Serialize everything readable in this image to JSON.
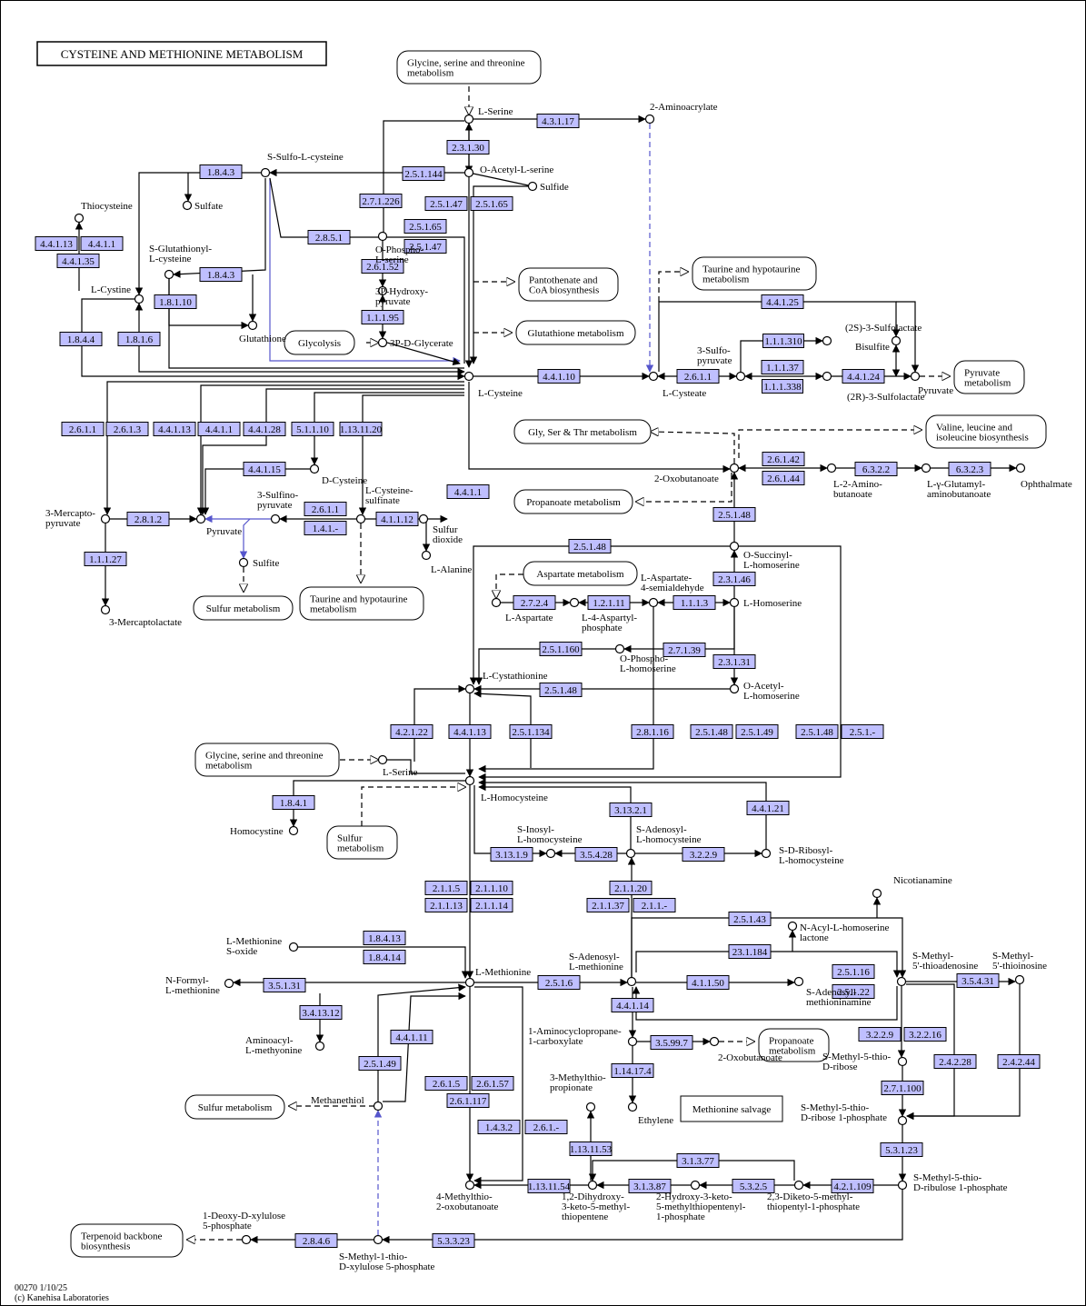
{
  "title": "CYSTEINE AND METHIONINE METABOLISM",
  "footer": {
    "code": "00270 1/10/25",
    "copyright": "(c) Kanehisa Laboratories"
  },
  "colors": {
    "enzyme_fill": "#bfbfff",
    "highlight_edge": "#5555cc",
    "stroke": "#000000"
  },
  "maps": [
    {
      "id": "m_gly_top",
      "text": [
        "Glycine, serine and threonine",
        "metabolism"
      ]
    },
    {
      "id": "m_panto",
      "text": [
        "Pantothenate and",
        "CoA biosynthesis"
      ]
    },
    {
      "id": "m_glut",
      "text": [
        "Glutathione metabolism"
      ]
    },
    {
      "id": "m_glyco",
      "text": [
        "Glycolysis"
      ]
    },
    {
      "id": "m_taurine1",
      "text": [
        "Taurine and hypotaurine",
        "metabolism"
      ]
    },
    {
      "id": "m_pyruvate",
      "text": [
        "Pyruvate",
        "metabolism"
      ]
    },
    {
      "id": "m_glyser",
      "text": [
        "Gly, Ser & Thr metabolism"
      ]
    },
    {
      "id": "m_valine",
      "text": [
        "Valine, leucine and",
        "isoleucine biosynthesis"
      ]
    },
    {
      "id": "m_propanoate1",
      "text": [
        "Propanoate metabolism"
      ]
    },
    {
      "id": "m_aspartate",
      "text": [
        "Aspartate metabolism"
      ]
    },
    {
      "id": "m_sulfur1",
      "text": [
        "Sulfur metabolism"
      ]
    },
    {
      "id": "m_taurine2",
      "text": [
        "Taurine and hypotaurine",
        "metabolism"
      ]
    },
    {
      "id": "m_gly_mid",
      "text": [
        "Glycine, serine and threonine",
        "metabolism"
      ]
    },
    {
      "id": "m_sulfur2",
      "text": [
        "Sulfur",
        "metabolism"
      ]
    },
    {
      "id": "m_propanoate2",
      "text": [
        "Propanoate",
        "metabolism"
      ]
    },
    {
      "id": "m_sulfur3",
      "text": [
        "Sulfur metabolism"
      ]
    },
    {
      "id": "m_terpenoid",
      "text": [
        "Terpenoid backbone",
        "biosynthesis"
      ]
    },
    {
      "id": "m_salvage",
      "text": [
        "Methionine salvage"
      ]
    }
  ],
  "compounds": [
    {
      "id": "c_lserine",
      "text": [
        "L-Serine"
      ]
    },
    {
      "id": "c_aminoacrylate",
      "text": [
        "2-Aminoacrylate"
      ]
    },
    {
      "id": "c_acetylserine",
      "text": [
        "O-Acetyl-L-serine"
      ]
    },
    {
      "id": "c_sulfide",
      "text": [
        "Sulfide"
      ]
    },
    {
      "id": "c_sulfocys",
      "text": [
        "S-Sulfo-L-cysteine"
      ]
    },
    {
      "id": "c_sulfate",
      "text": [
        "Sulfate"
      ]
    },
    {
      "id": "c_thiocysteine",
      "text": [
        "Thiocysteine"
      ]
    },
    {
      "id": "c_sglutathionyl",
      "text": [
        "S-Glutathionyl-",
        "L-cysteine"
      ]
    },
    {
      "id": "c_phosphoserine",
      "text": [
        "O-Phospho-",
        "L-serine"
      ]
    },
    {
      "id": "c_3phosphohydroxy",
      "text": [
        "3P-Hydroxy-",
        "pyruvate"
      ]
    },
    {
      "id": "c_3pdglycerate",
      "text": [
        "3P-D-Glycerate"
      ]
    },
    {
      "id": "c_lcystine",
      "text": [
        "L-Cystine"
      ]
    },
    {
      "id": "c_glutathione",
      "text": [
        "Glutathione"
      ]
    },
    {
      "id": "c_lcysteine",
      "text": [
        "L-Cysteine"
      ]
    },
    {
      "id": "c_lcysteate",
      "text": [
        "L-Cysteate"
      ]
    },
    {
      "id": "c_3sulfopyruvate",
      "text": [
        "3-Sulfo-",
        "pyruvate"
      ]
    },
    {
      "id": "c_2ssulfolactate",
      "text": [
        "(2S)-3-Sulfolactate"
      ]
    },
    {
      "id": "c_bisulfite",
      "text": [
        "Bisulfite"
      ]
    },
    {
      "id": "c_2rsulfolactate",
      "text": [
        "(2R)-3-Sulfolactate"
      ]
    },
    {
      "id": "c_pyruvate_r",
      "text": [
        "Pyruvate"
      ]
    },
    {
      "id": "c_dcysteine",
      "text": [
        "D-Cysteine"
      ]
    },
    {
      "id": "c_mercaptopyruvate",
      "text": [
        "3-Mercapto-",
        "pyruvate"
      ]
    },
    {
      "id": "c_pyruvate_l",
      "text": [
        "Pyruvate"
      ]
    },
    {
      "id": "c_sulfinopyruvate",
      "text": [
        "3-Sulfino-",
        "pyruvate"
      ]
    },
    {
      "id": "c_cysteinesulfinate",
      "text": [
        "L-Cysteine-",
        "sulfinate"
      ]
    },
    {
      "id": "c_sulfurdioxide",
      "text": [
        "Sulfur",
        "dioxide"
      ]
    },
    {
      "id": "c_lalanine",
      "text": [
        "L-Alanine"
      ]
    },
    {
      "id": "c_sulfite",
      "text": [
        "Sulfite"
      ]
    },
    {
      "id": "c_mercaptolactate",
      "text": [
        "3-Mercaptolactate"
      ]
    },
    {
      "id": "c_oxobutanoate",
      "text": [
        "2-Oxobutanoate"
      ]
    },
    {
      "id": "c_aminobutanoate",
      "text": [
        "L-2-Amino-",
        "butanoate"
      ]
    },
    {
      "id": "c_glutamylamino",
      "text": [
        "L-γ-Glutamyl-",
        "aminobutanoate"
      ]
    },
    {
      "id": "c_ophthalmate",
      "text": [
        "Ophthalmate"
      ]
    },
    {
      "id": "c_osuccinyl",
      "text": [
        "O-Succinyl-",
        "L-homoserine"
      ]
    },
    {
      "id": "c_laspartate",
      "text": [
        "L-Aspartate"
      ]
    },
    {
      "id": "c_aspartylphos",
      "text": [
        "L-4-Aspartyl-",
        "phosphate"
      ]
    },
    {
      "id": "c_aspsemialdehyde",
      "text": [
        "L-Aspartate-",
        "4-semialdehyde"
      ]
    },
    {
      "id": "c_lhomoserine",
      "text": [
        "L-Homoserine"
      ]
    },
    {
      "id": "c_ophosphohomo",
      "text": [
        "O-Phospho-",
        "L-homoserine"
      ]
    },
    {
      "id": "c_oacetylhomo",
      "text": [
        "O-Acetyl-",
        "L-homoserine"
      ]
    },
    {
      "id": "c_lcystathionine",
      "text": [
        "L-Cystathionine"
      ]
    },
    {
      "id": "c_lserine2",
      "text": [
        "L-Serine"
      ]
    },
    {
      "id": "c_lhomocysteine",
      "text": [
        "L-Homocysteine"
      ]
    },
    {
      "id": "c_homocystine",
      "text": [
        "Homocystine"
      ]
    },
    {
      "id": "c_sinosyl",
      "text": [
        "S-Inosyl-",
        "L-homocysteine"
      ]
    },
    {
      "id": "c_sah",
      "text": [
        "S-Adenosyl-",
        "L-homocysteine"
      ]
    },
    {
      "id": "c_sribosyl",
      "text": [
        "S-D-Ribosyl-",
        "L-homocysteine"
      ]
    },
    {
      "id": "c_nicotianamine",
      "text": [
        "Nicotianamine"
      ]
    },
    {
      "id": "c_nacyl",
      "text": [
        "N-Acyl-L-homoserine",
        "lactone"
      ]
    },
    {
      "id": "c_metsulfoxide",
      "text": [
        "L-Methionine",
        "S-oxide"
      ]
    },
    {
      "id": "c_lmethionine",
      "text": [
        "L-Methionine"
      ]
    },
    {
      "id": "c_sam",
      "text": [
        "S-Adenosyl-",
        "L-methionine"
      ]
    },
    {
      "id": "c_mta",
      "text": [
        "S-Methyl-",
        "5'-thioadenosine"
      ]
    },
    {
      "id": "c_mtinosine",
      "text": [
        "S-Methyl-",
        "5'-thioinosine"
      ]
    },
    {
      "id": "c_nformyl",
      "text": [
        "N-Formyl-",
        "L-methionine"
      ]
    },
    {
      "id": "c_samamine",
      "text": [
        "S-Adenosyl-",
        "methioninamine"
      ]
    },
    {
      "id": "c_aminoacyl",
      "text": [
        "Aminoacyl-",
        "L-methyonine"
      ]
    },
    {
      "id": "c_acc",
      "text": [
        "1-Aminocyclopropane-",
        "1-carboxylate"
      ]
    },
    {
      "id": "c_oxobutanoate2",
      "text": [
        "2-Oxobutanoate"
      ]
    },
    {
      "id": "c_mtribose",
      "text": [
        "S-Methyl-5-thio-",
        "D-ribose"
      ]
    },
    {
      "id": "c_methylthioprop",
      "text": [
        "3-Methylthio-",
        "propionate"
      ]
    },
    {
      "id": "c_ethylene",
      "text": [
        "Ethylene"
      ]
    },
    {
      "id": "c_methanethiol",
      "text": [
        "Methanethiol"
      ]
    },
    {
      "id": "c_mtr1p",
      "text": [
        "S-Methyl-5-thio-",
        "D-ribose 1-phosphate"
      ]
    },
    {
      "id": "c_mtru1p",
      "text": [
        "S-Methyl-5-thio-",
        "D-ribulose 1-phosphate"
      ]
    },
    {
      "id": "c_mtob",
      "text": [
        "4-Methylthio-",
        "2-oxobutanoate"
      ]
    },
    {
      "id": "c_dihydroxy",
      "text": [
        "1,2-Dihydroxy-",
        "3-keto-5-methyl-",
        "thiopentene"
      ]
    },
    {
      "id": "c_hydroxyketo",
      "text": [
        "2-Hydroxy-3-keto-",
        "5-methylthiopentenyl-",
        "1-phosphate"
      ]
    },
    {
      "id": "c_diketo",
      "text": [
        "2,3-Diketo-5-methyl-",
        "thiopentyl-1-phosphate"
      ]
    },
    {
      "id": "c_deoxyxylulose",
      "text": [
        "1-Deoxy-D-xylulose",
        "5-phosphate"
      ]
    },
    {
      "id": "c_smethylxylulose",
      "text": [
        "S-Methyl-1-thio-",
        "D-xylulose 5-phosphate"
      ]
    }
  ],
  "enzymes": [
    "4.3.1.17",
    "2.3.1.30",
    "2.5.1.144",
    "1.8.4.3",
    "2.7.1.226",
    "2.5.1.47",
    "2.5.1.65",
    "2.5.1.65",
    "2.5.1.47",
    "4.4.1.13",
    "4.4.1.1",
    "4.4.1.35",
    "2.8.5.1",
    "2.6.1.52",
    "1.8.4.3",
    "1.1.1.95",
    "1.8.1.10",
    "1.8.4.4",
    "1.8.1.6",
    "4.4.1.25",
    "1.1.1.310",
    "1.1.1.37",
    "1.1.1.338",
    "2.6.1.1",
    "4.4.1.24",
    "4.4.1.10",
    "2.6.1.1",
    "2.6.1.3",
    "4.4.1.13",
    "4.4.1.1",
    "4.4.1.28",
    "5.1.1.10",
    "1.13.11.20",
    "4.4.1.15",
    "2.8.1.2",
    "2.6.1.1",
    "1.4.1.-",
    "4.1.1.12",
    "1.1.1.27",
    "4.4.1.1",
    "2.6.1.42",
    "2.6.1.44",
    "6.3.2.2",
    "6.3.2.3",
    "2.5.1.48",
    "2.5.1.48",
    "2.3.1.46",
    "2.7.2.4",
    "1.2.1.11",
    "1.1.1.3",
    "2.5.1.160",
    "2.7.1.39",
    "2.3.1.31",
    "2.5.1.48",
    "4.2.1.22",
    "4.4.1.13",
    "2.5.1.134",
    "2.8.1.16",
    "2.5.1.48",
    "2.5.1.49",
    "2.5.1.48",
    "2.5.1.-",
    "1.8.4.1",
    "3.13.2.1",
    "4.4.1.21",
    "3.13.1.9",
    "3.5.4.28",
    "3.2.2.9",
    "2.1.1.5",
    "2.1.1.10",
    "2.1.1.13",
    "2.1.1.14",
    "2.1.1.20",
    "2.1.1.37",
    "2.1.1.-",
    "2.5.1.43",
    "1.8.4.13",
    "1.8.4.14",
    "23.1.184",
    "2.5.1.6",
    "4.1.1.50",
    "2.5.1.16",
    "2.5.1.22",
    "3.5.4.31",
    "3.5.1.31",
    "3.4.13.12",
    "4.4.1.11",
    "4.4.1.14",
    "3.2.2.9",
    "3.2.2.16",
    "3.5.99.7",
    "1.14.17.4",
    "2.4.2.28",
    "2.4.2.44",
    "2.5.1.49",
    "2.7.1.100",
    "2.6.1.5",
    "2.6.1.57",
    "2.6.1.117",
    "1.4.3.2",
    "2.6.1.-",
    "1.13.11.53",
    "3.1.3.77",
    "5.3.1.23",
    "1.13.11.54",
    "3.1.3.87",
    "5.3.2.5",
    "4.2.1.109",
    "2.8.4.6",
    "5.3.3.23"
  ]
}
